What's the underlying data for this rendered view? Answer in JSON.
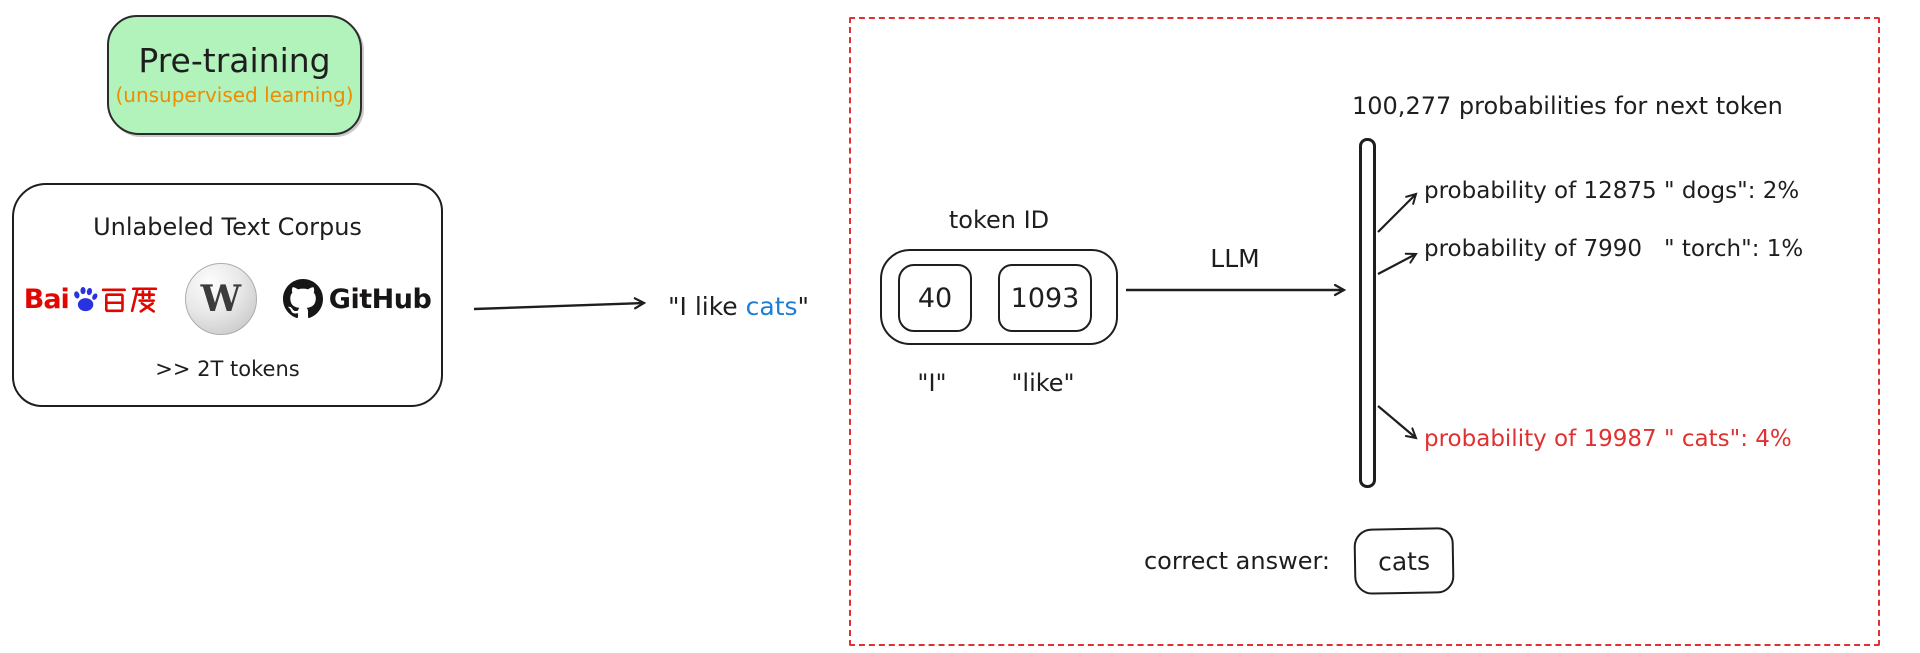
{
  "pretraining": {
    "title": "Pre-training",
    "subtitle": "(unsupervised learning)"
  },
  "corpus": {
    "title": "Unlabeled Text Corpus",
    "tokens_note": ">> 2T tokens",
    "logos": {
      "baidu_latin": "Bai",
      "baidu_cn": "百度",
      "wikipedia_letter": "W",
      "github_label": "GitHub"
    }
  },
  "sample_text": {
    "prefix": "\"I like ",
    "highlight": "cats",
    "suffix": "\""
  },
  "tokenizer": {
    "label": "token ID",
    "tokens": [
      {
        "id": "40",
        "text": "\"I\""
      },
      {
        "id": "1093",
        "text": "\"like\""
      }
    ]
  },
  "llm": {
    "label": "LLM"
  },
  "probabilities": {
    "title": "100,277 probabilities for next token",
    "items": [
      {
        "text": "probability of 12875 \" dogs\": 2%",
        "color": "#1e1e1e"
      },
      {
        "text": "probability of 7990   \" torch\": 1%",
        "color": "#1e1e1e"
      },
      {
        "text": "probability of 19987 \" cats\": 4%",
        "color": "#e03131"
      }
    ]
  },
  "answer": {
    "label": "correct answer:",
    "value": "cats"
  },
  "colors": {
    "ink": "#1e1e1e",
    "accent_red": "#e03131",
    "accent_blue": "#1c7ed6",
    "green_fill": "#b2f2bb",
    "orange": "#f08c00",
    "baidu_red": "#e10600",
    "baidu_blue": "#2932e1",
    "github_black": "#171515"
  }
}
